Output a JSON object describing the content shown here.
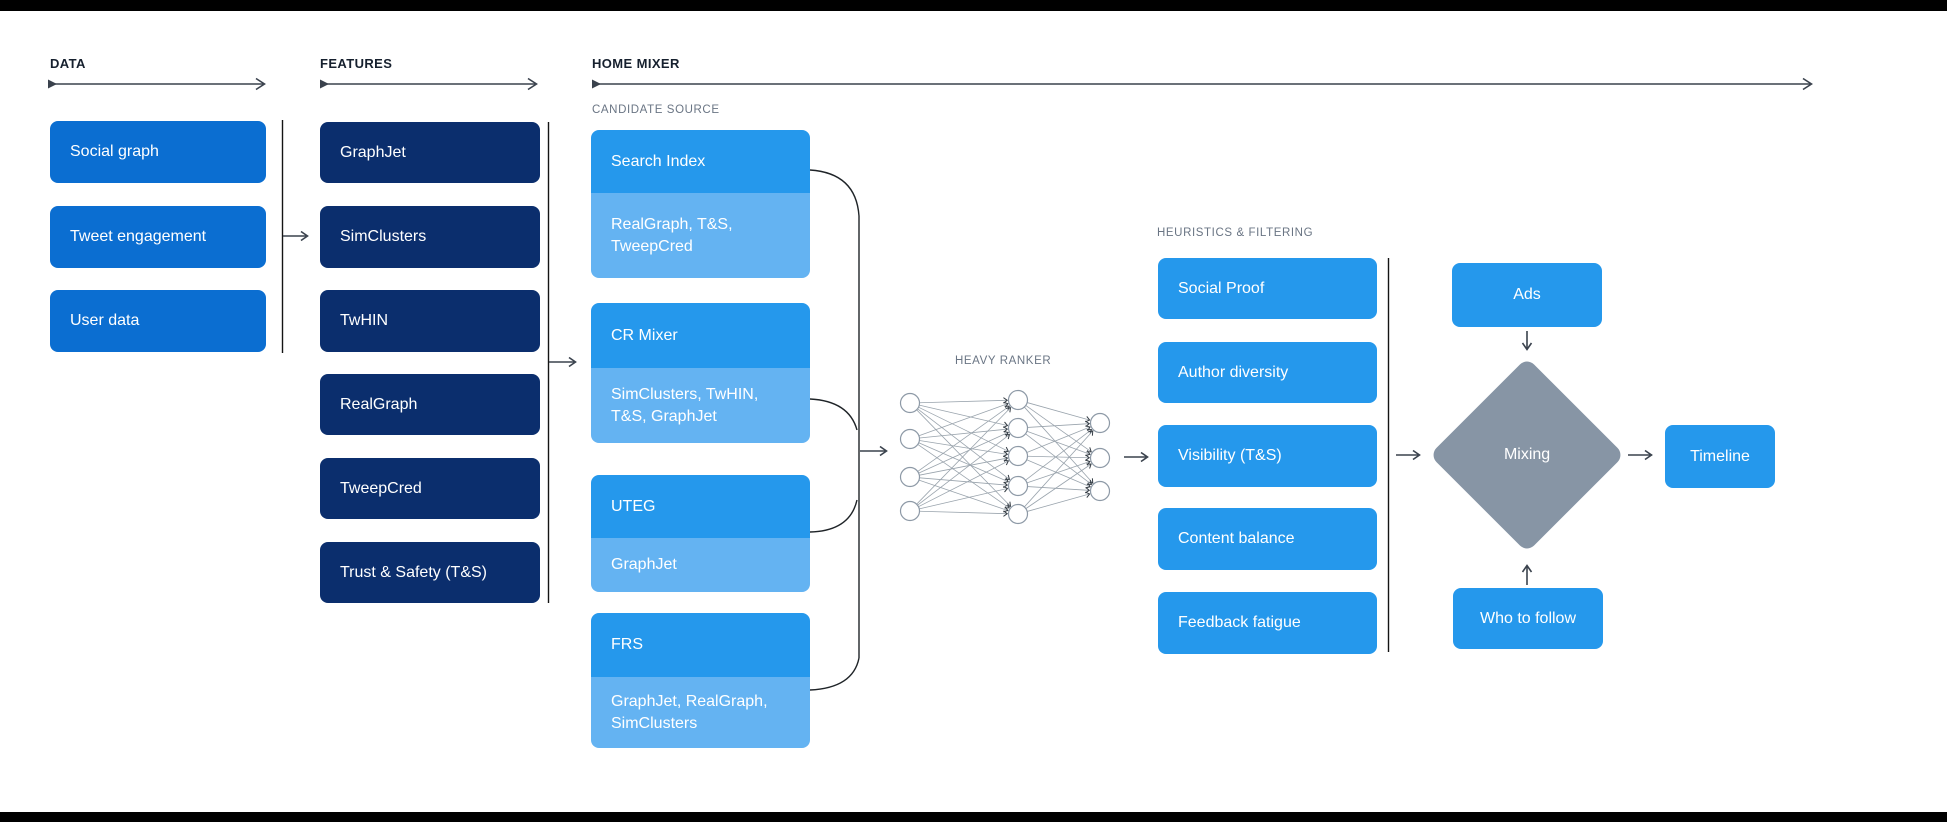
{
  "diagram": {
    "sections": {
      "data": {
        "label": "DATA"
      },
      "features": {
        "label": "FEATURES"
      },
      "home_mixer": {
        "label": "HOME MIXER"
      }
    },
    "subsections": {
      "candidate_source": "CANDIDATE SOURCE",
      "heavy_ranker": "HEAVY RANKER",
      "heuristics": "HEURISTICS & FILTERING"
    },
    "data_column": [
      "Social graph",
      "Tweet engagement",
      "User data"
    ],
    "features_column": [
      "GraphJet",
      "SimClusters",
      "TwHIN",
      "RealGraph",
      "TweepCred",
      "Trust & Safety (T&S)"
    ],
    "candidate_sources": [
      {
        "name": "Search Index",
        "uses": "RealGraph, T&S, TweepCred"
      },
      {
        "name": "CR Mixer",
        "uses": "SimClusters, TwHIN, T&S, GraphJet"
      },
      {
        "name": "UTEG",
        "uses": "GraphJet"
      },
      {
        "name": "FRS",
        "uses": "GraphJet, RealGraph, SimClusters"
      }
    ],
    "heuristics_column": [
      "Social Proof",
      "Author diversity",
      "Visibility (T&S)",
      "Content balance",
      "Feedback fatigue"
    ],
    "mixing": {
      "ads": "Ads",
      "diamond": "Mixing",
      "who_to_follow": "Who to follow",
      "timeline": "Timeline"
    },
    "colors": {
      "data_blue": "#0b6ed1",
      "navy": "#0b2e6d",
      "bright_blue": "#2598ec",
      "light_blue": "#64b3f2",
      "mixing_gray": "#8795a5",
      "bar": "#000000",
      "bg": "#ffffff"
    }
  }
}
